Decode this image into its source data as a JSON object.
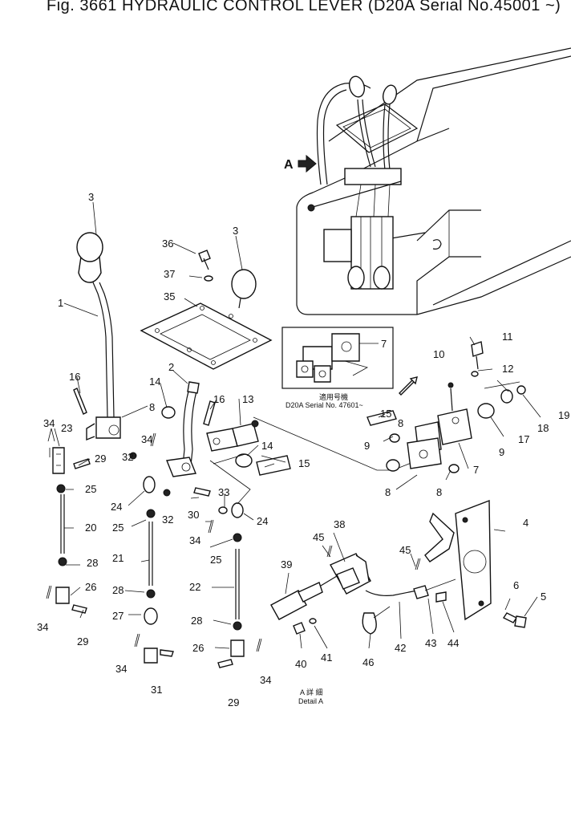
{
  "title": "Fig. 3661 HYDRAULIC CONTROL LEVER (D20A Serial No.45001 ~)",
  "view_marker": "A",
  "inset": {
    "callout": "7",
    "caption_jp": "適用号機",
    "caption_serial": "D20A Serial No. 47601~"
  },
  "detail": {
    "caption_jp": "A 詳 細",
    "caption_en": "Detail A"
  },
  "callouts": [
    {
      "id": "c3a",
      "text": "3"
    },
    {
      "id": "c3b",
      "text": "3"
    },
    {
      "id": "c1",
      "text": "1"
    },
    {
      "id": "c36",
      "text": "36"
    },
    {
      "id": "c37",
      "text": "37"
    },
    {
      "id": "c35",
      "text": "35"
    },
    {
      "id": "c16a",
      "text": "16"
    },
    {
      "id": "c16b",
      "text": "16"
    },
    {
      "id": "c8a",
      "text": "8"
    },
    {
      "id": "c8b",
      "text": "8"
    },
    {
      "id": "c8c",
      "text": "8"
    },
    {
      "id": "c8d",
      "text": "8"
    },
    {
      "id": "c34a",
      "text": "34"
    },
    {
      "id": "c34b",
      "text": "34"
    },
    {
      "id": "c34c",
      "text": "34"
    },
    {
      "id": "c34d",
      "text": "34"
    },
    {
      "id": "c34e",
      "text": "34"
    },
    {
      "id": "c34f",
      "text": "34"
    },
    {
      "id": "c23",
      "text": "23"
    },
    {
      "id": "c29a",
      "text": "29"
    },
    {
      "id": "c29b",
      "text": "29"
    },
    {
      "id": "c29c",
      "text": "29"
    },
    {
      "id": "c25a",
      "text": "25"
    },
    {
      "id": "c25b",
      "text": "25"
    },
    {
      "id": "c25c",
      "text": "25"
    },
    {
      "id": "c20",
      "text": "20"
    },
    {
      "id": "c28a",
      "text": "28"
    },
    {
      "id": "c28b",
      "text": "28"
    },
    {
      "id": "c28c",
      "text": "28"
    },
    {
      "id": "c26a",
      "text": "26"
    },
    {
      "id": "c26b",
      "text": "26"
    },
    {
      "id": "c27",
      "text": "27"
    },
    {
      "id": "c31",
      "text": "31"
    },
    {
      "id": "c21",
      "text": "21"
    },
    {
      "id": "c22",
      "text": "22"
    },
    {
      "id": "c2",
      "text": "2"
    },
    {
      "id": "c14a",
      "text": "14"
    },
    {
      "id": "c14b",
      "text": "14"
    },
    {
      "id": "c13",
      "text": "13"
    },
    {
      "id": "c15a",
      "text": "15"
    },
    {
      "id": "c15b",
      "text": "15"
    },
    {
      "id": "c32a",
      "text": "32"
    },
    {
      "id": "c32b",
      "text": "32"
    },
    {
      "id": "c24a",
      "text": "24"
    },
    {
      "id": "c24b",
      "text": "24"
    },
    {
      "id": "c30",
      "text": "30"
    },
    {
      "id": "c33",
      "text": "33"
    },
    {
      "id": "c10",
      "text": "10"
    },
    {
      "id": "c11",
      "text": "11"
    },
    {
      "id": "c12",
      "text": "12"
    },
    {
      "id": "c19",
      "text": "19"
    },
    {
      "id": "c18",
      "text": "18"
    },
    {
      "id": "c17",
      "text": "17"
    },
    {
      "id": "c9a",
      "text": "9"
    },
    {
      "id": "c9b",
      "text": "9"
    },
    {
      "id": "c7",
      "text": "7"
    },
    {
      "id": "c4",
      "text": "4"
    },
    {
      "id": "c6",
      "text": "6"
    },
    {
      "id": "c5",
      "text": "5"
    },
    {
      "id": "c45a",
      "text": "45"
    },
    {
      "id": "c45b",
      "text": "45"
    },
    {
      "id": "c38",
      "text": "38"
    },
    {
      "id": "c39",
      "text": "39"
    },
    {
      "id": "c40",
      "text": "40"
    },
    {
      "id": "c41",
      "text": "41"
    },
    {
      "id": "c46",
      "text": "46"
    },
    {
      "id": "c42",
      "text": "42"
    },
    {
      "id": "c43",
      "text": "43"
    },
    {
      "id": "c44",
      "text": "44"
    }
  ]
}
